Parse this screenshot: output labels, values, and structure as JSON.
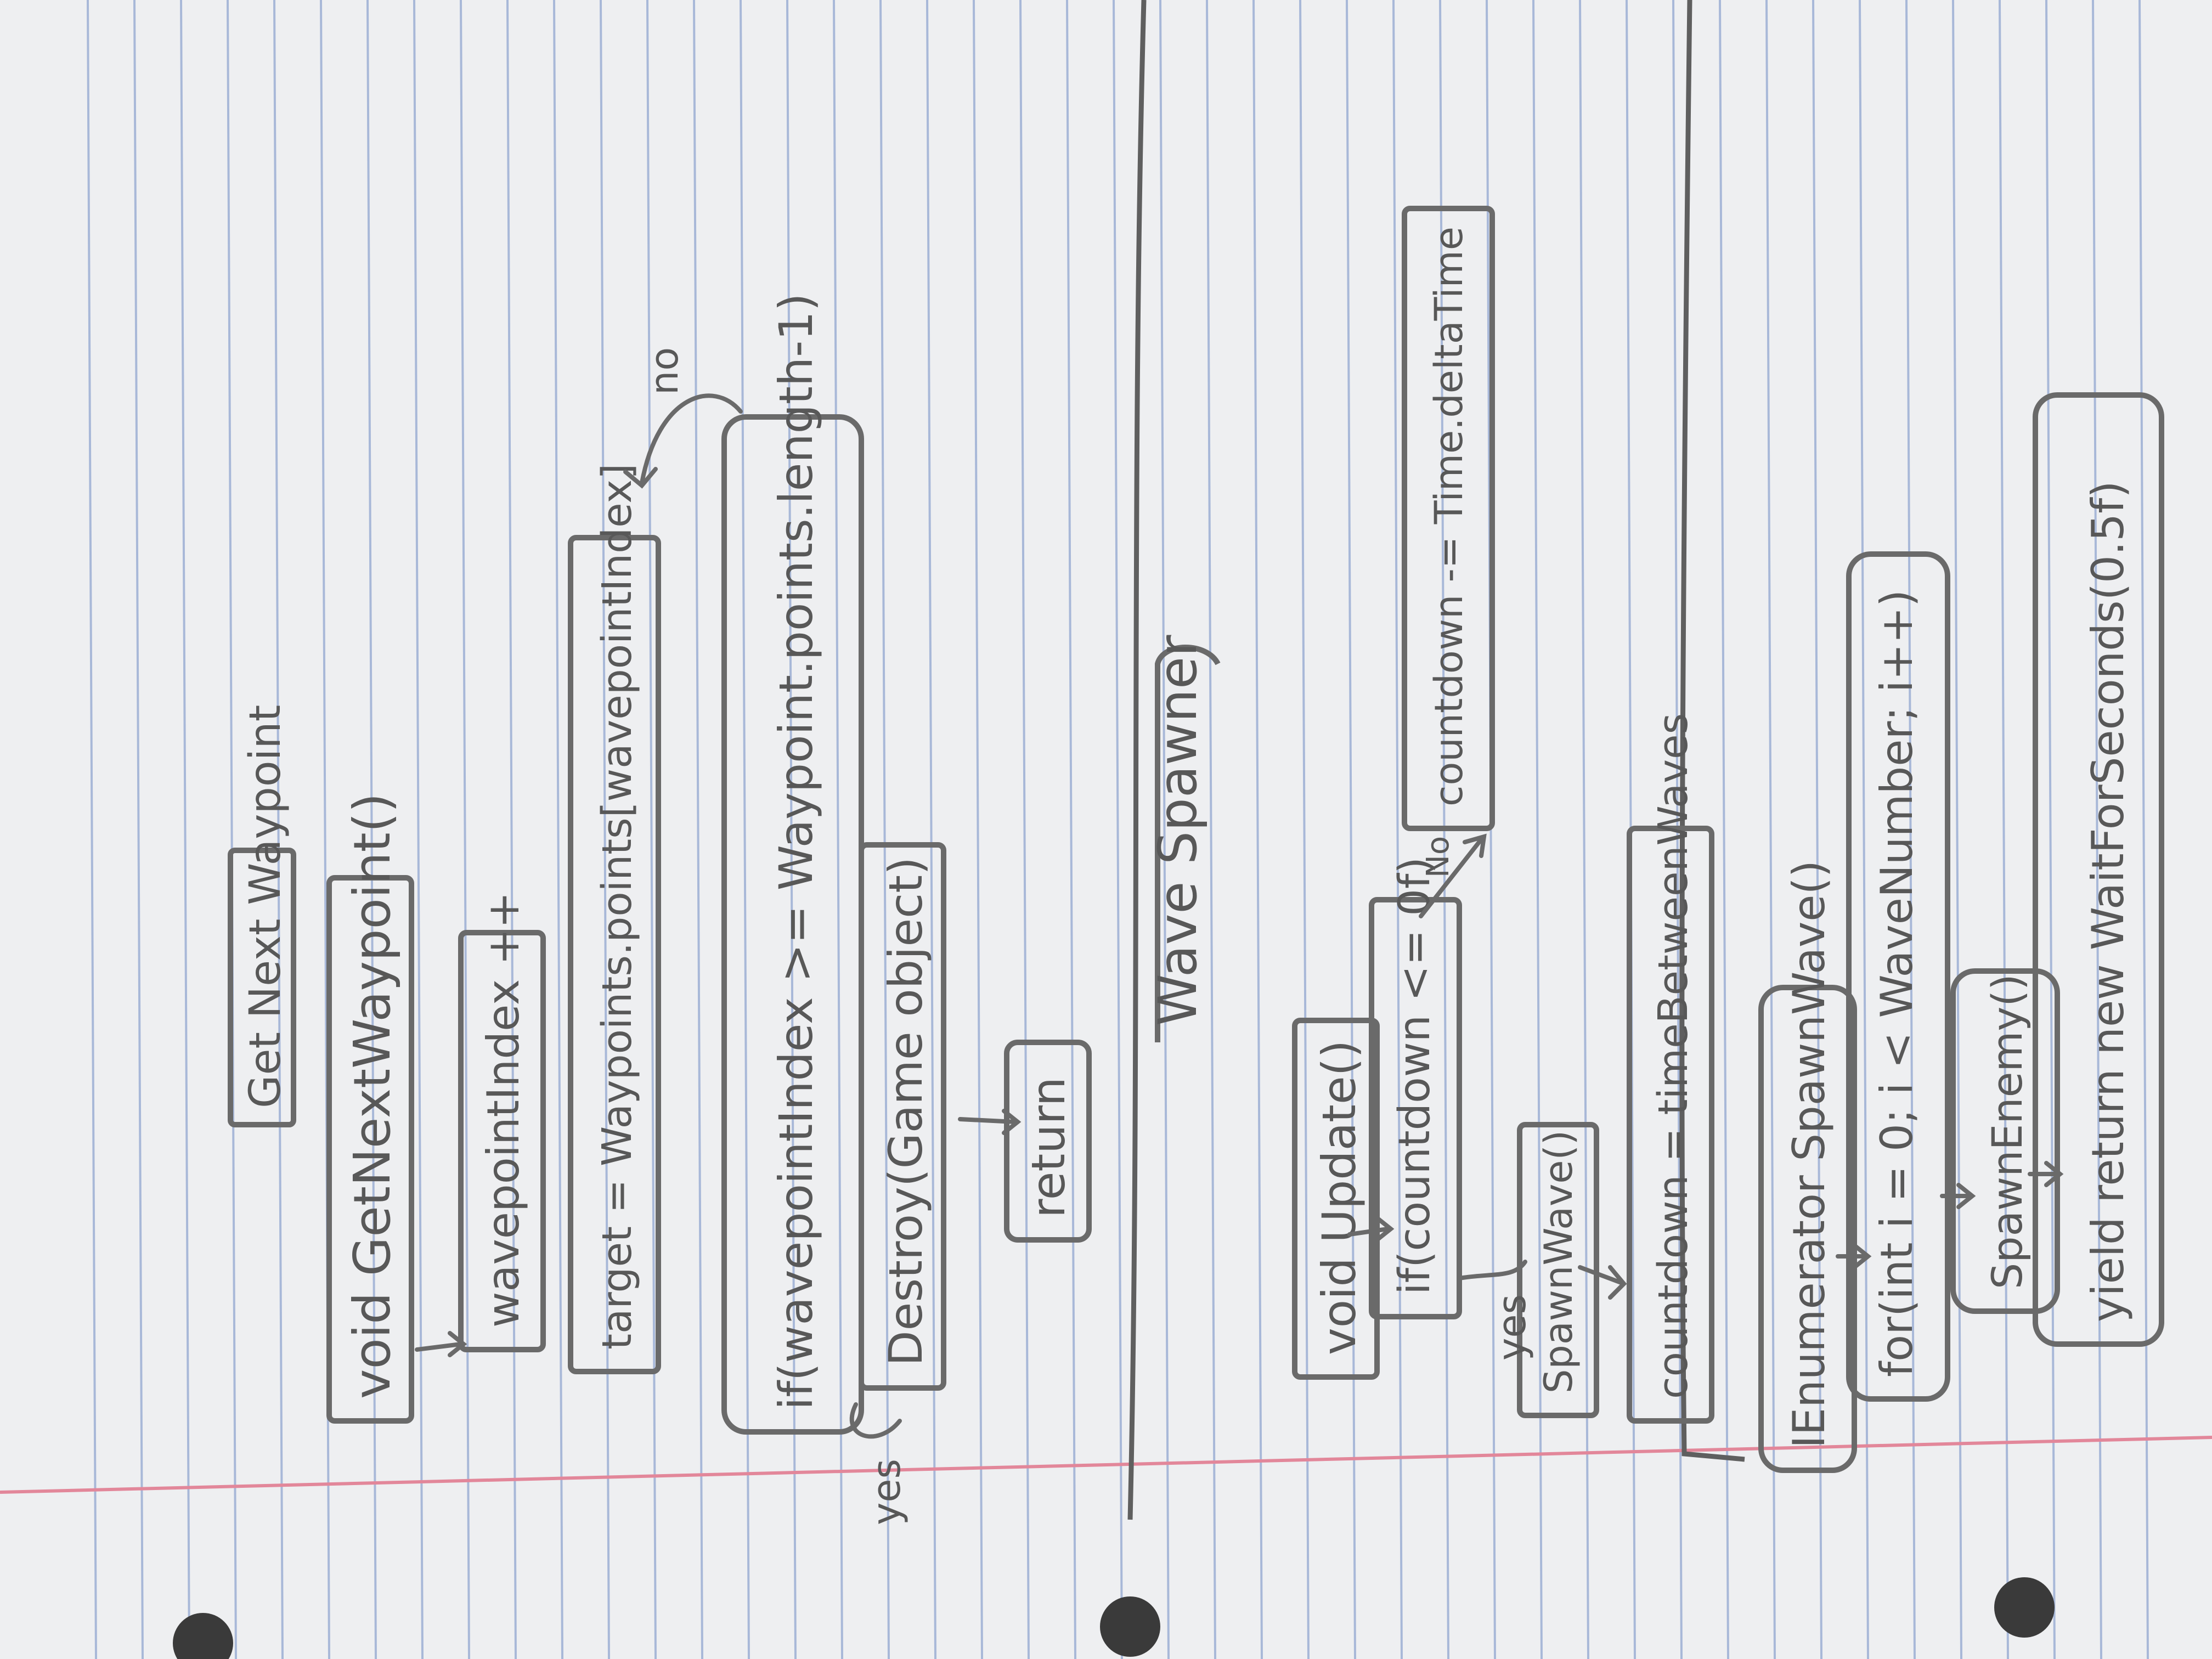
{
  "section1": {
    "title": "Get Next Waypoint",
    "nodes": {
      "method": "void GetNextWaypoint()",
      "increment": "wavepointIndex ++",
      "target": "target = Waypoints.points[wavepointIndex]",
      "condition": "if(wavepointIndex >= Waypoint.points.length-1)",
      "destroy": "Destroy(Game object)",
      "return": "return"
    },
    "labels": {
      "no": "no",
      "yes": "yes"
    }
  },
  "section2": {
    "title": "Wave Spawner",
    "nodes": {
      "update": "void Update()",
      "condition": "if(countdown <= 0f)",
      "decrement": "countdown -= Time.deltaTime",
      "spawn_wave": "SpawnWave()",
      "reset": "countdown = timeBetweenWaves"
    },
    "labels": {
      "no": "No",
      "yes": "yes"
    }
  },
  "section3": {
    "nodes": {
      "coroutine": "IEnumerator SpawnWave()",
      "loop": "for(int i = 0; i < WaveNumber; i++)",
      "spawn_enemy": "SpawnEnemy()",
      "yield": "yield return new WaitForSeconds(0.5f)"
    }
  }
}
